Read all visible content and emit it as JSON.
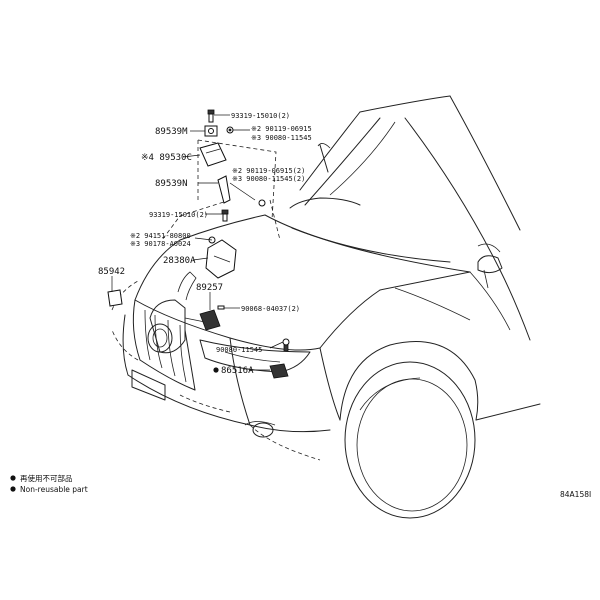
{
  "labels": {
    "bolt_top": "93319-15010(2)",
    "part_89539M": "89539M",
    "note_90119_a": "※2 90119-06915",
    "note_90080_a": "※3 90080-11545",
    "part_89530C": "※4 89530C",
    "note_90119_b": "※2 90119-06915(2)",
    "note_90080_b": "※3 90080-11545(2)",
    "part_89539N": "89539N",
    "bolt_lower": "93319-15010(2)",
    "note_94151": "※2 94151-80800",
    "note_90178": "※3 90178-A0024",
    "part_28380A": "28380A",
    "part_85942": "85942",
    "part_89257": "89257",
    "part_90068": "90068-04037(2)",
    "part_90080_c": "90080-11545",
    "part_86516A": "86516A"
  },
  "legend": {
    "line1": "再使用不可部品",
    "line2": "Non-reusable part"
  },
  "figure_code": "84A158I"
}
